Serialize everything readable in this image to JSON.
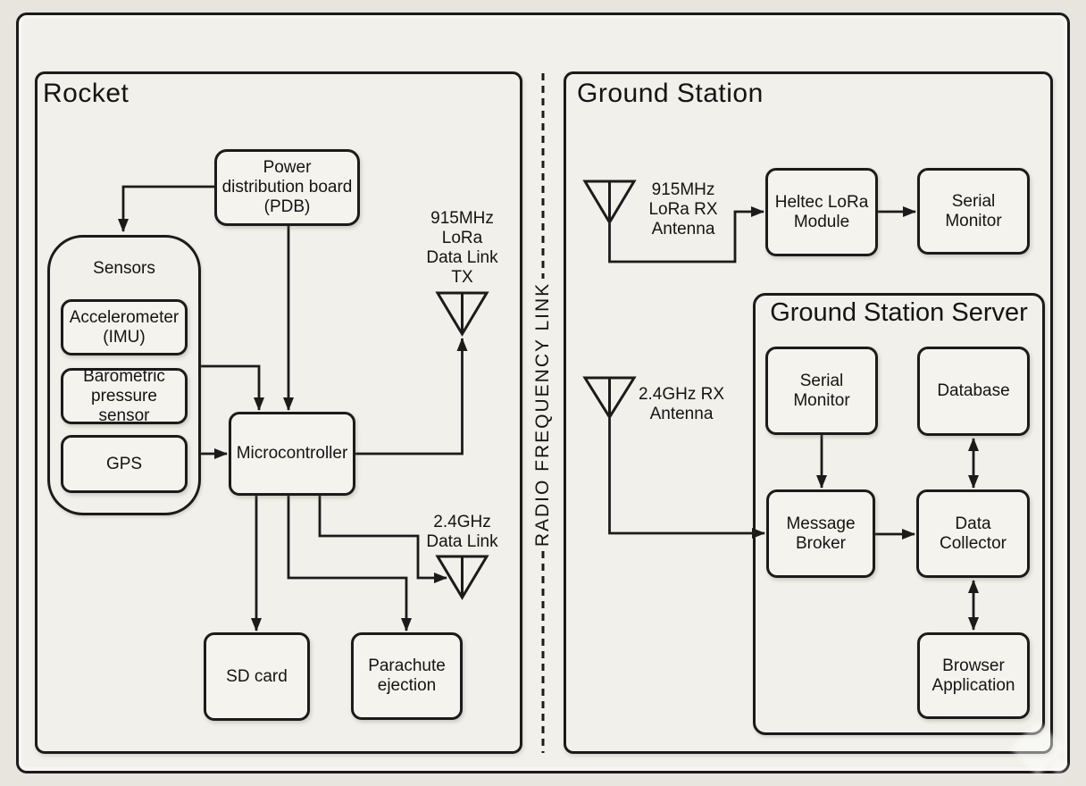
{
  "colors": {
    "line": "#1b1b1b",
    "canvas_bg": "#e7e5de",
    "panel_bg": "#f1f0ea",
    "box_bg": "#f4f3ee"
  },
  "rocket": {
    "title": "Rocket",
    "pdb_label": "Power\ndistribution board\n(PDB)",
    "sensors_title": "Sensors",
    "accelerometer_label": "Accelerometer\n(IMU)",
    "barometric_label": "Barometric\npressure sensor",
    "gps_label": "GPS",
    "microcontroller_label": "Microcontroller",
    "sd_card_label": "SD card",
    "parachute_label": "Parachute\nejection",
    "antenna_915_label": "915MHz\nLoRa\nData Link\nTX",
    "antenna_24_label": "2.4GHz\nData Link"
  },
  "rf_link_label": "RADIO FREQUENCY LINK",
  "ground_station": {
    "title": "Ground Station",
    "antenna_915_label": "915MHz\nLoRa RX\nAntenna",
    "antenna_24_label": "2.4GHz RX\nAntenna",
    "heltec_label": "Heltec LoRa\nModule",
    "serial_monitor_label": "Serial\nMonitor",
    "server": {
      "title": "Ground Station Server",
      "serial_monitor_label": "Serial\nMonitor",
      "database_label": "Database",
      "message_broker_label": "Message\nBroker",
      "data_collector_label": "Data\nCollector",
      "browser_app_label": "Browser\nApplication"
    }
  }
}
